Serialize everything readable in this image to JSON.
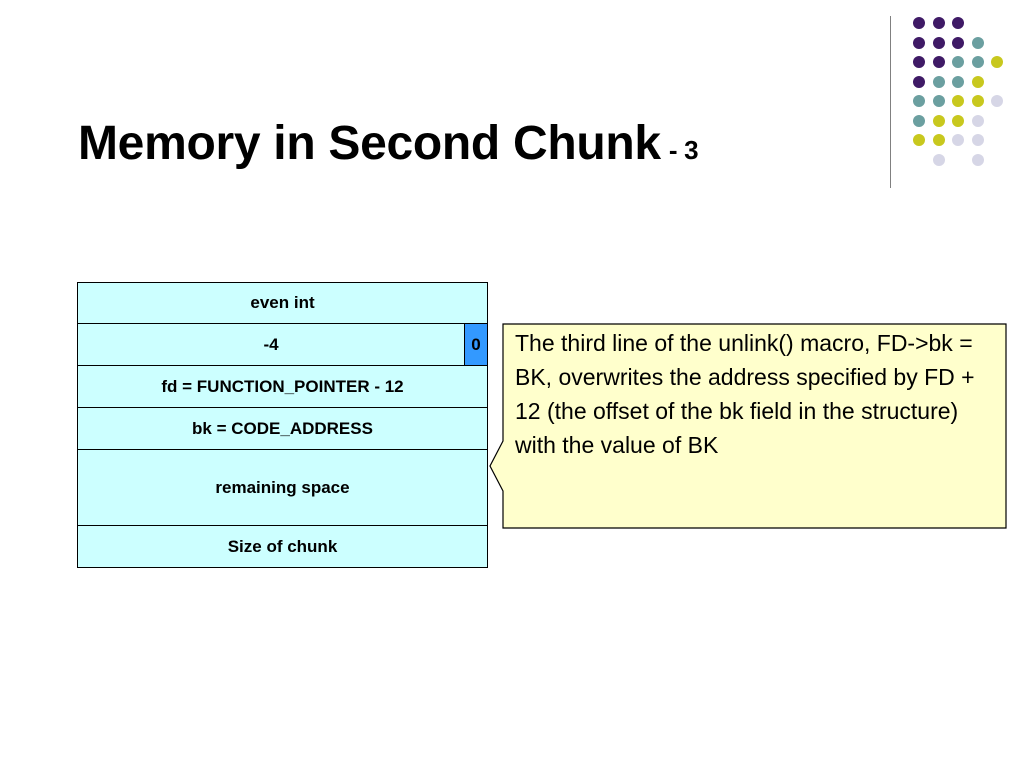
{
  "slide": {
    "title": "Memory in Second Chunk",
    "subtitle": "- 3"
  },
  "memory": {
    "even_int": "even int",
    "size_field": "-4",
    "prev_inuse_flag": "0",
    "fd": "fd = FUNCTION_POINTER - 12",
    "bk": "bk = CODE_ADDRESS",
    "remaining": "remaining space",
    "size_of_chunk": "Size of chunk"
  },
  "callout": {
    "text": "The third line of the unlink() macro, FD->bk = BK, overwrites the address specified by FD + 12 (the offset of the bk field in the structure) with the value of BK"
  },
  "colors": {
    "cell_fill": "#ccffff",
    "flag_fill": "#3399ff",
    "callout_fill": "#ffffcc",
    "dot_purple": "#3f1a66",
    "dot_teal": "#6b9fa0",
    "dot_yellow": "#c8c81e",
    "dot_lavender": "#d6d6e6"
  }
}
